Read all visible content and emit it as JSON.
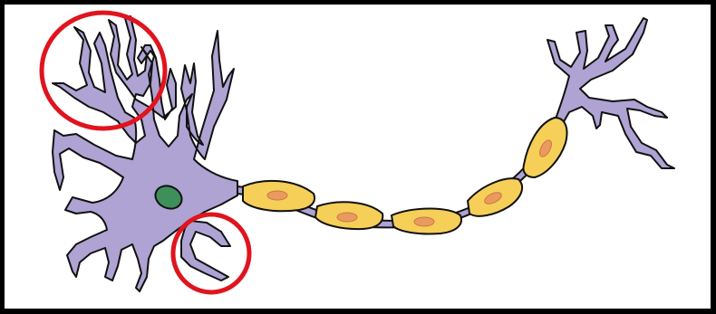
{
  "diagram": {
    "subject": "neuron",
    "colors": {
      "frame": "#000000",
      "background": "#ffffff",
      "cell_body": "#aea3d3",
      "nucleus": "#3f8f5a",
      "myelin": "#f6cf58",
      "myelin_nucleus": "#ea9a5e",
      "highlight_circle": "#e0141e",
      "outline": "#111111"
    },
    "highlights": [
      {
        "target": "dendrites-top-left"
      },
      {
        "target": "dendrite-bottom"
      }
    ],
    "myelin_segments": 5
  }
}
